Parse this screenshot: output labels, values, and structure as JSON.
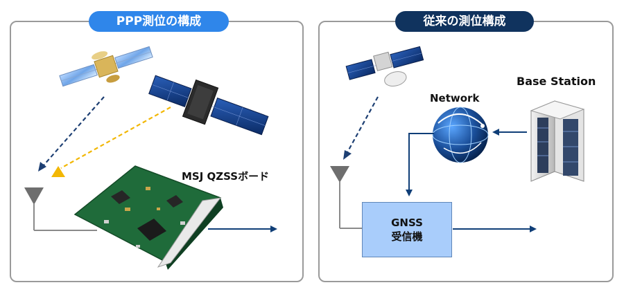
{
  "left_panel": {
    "title": "PPP測位の構成",
    "board_label": "MSJ QZSSボード"
  },
  "right_panel": {
    "title": "従来の測位構成",
    "network_label": "Network",
    "base_station_label": "Base Station",
    "receiver_label_line1": "GNSS",
    "receiver_label_line2": "受信機"
  },
  "colors": {
    "left_title_bg": "#2f86ea",
    "right_title_bg": "#10335e",
    "signal_blue": "#1d3f73",
    "signal_yellow": "#f2b705",
    "arrow": "#0f3e77",
    "receiver_fill": "#a9cdfb",
    "board_green": "#1f6b3a"
  },
  "icons": [
    "satellite-icon",
    "antenna-icon",
    "network-globe-icon",
    "server-rack-icon",
    "circuit-board-icon"
  ]
}
